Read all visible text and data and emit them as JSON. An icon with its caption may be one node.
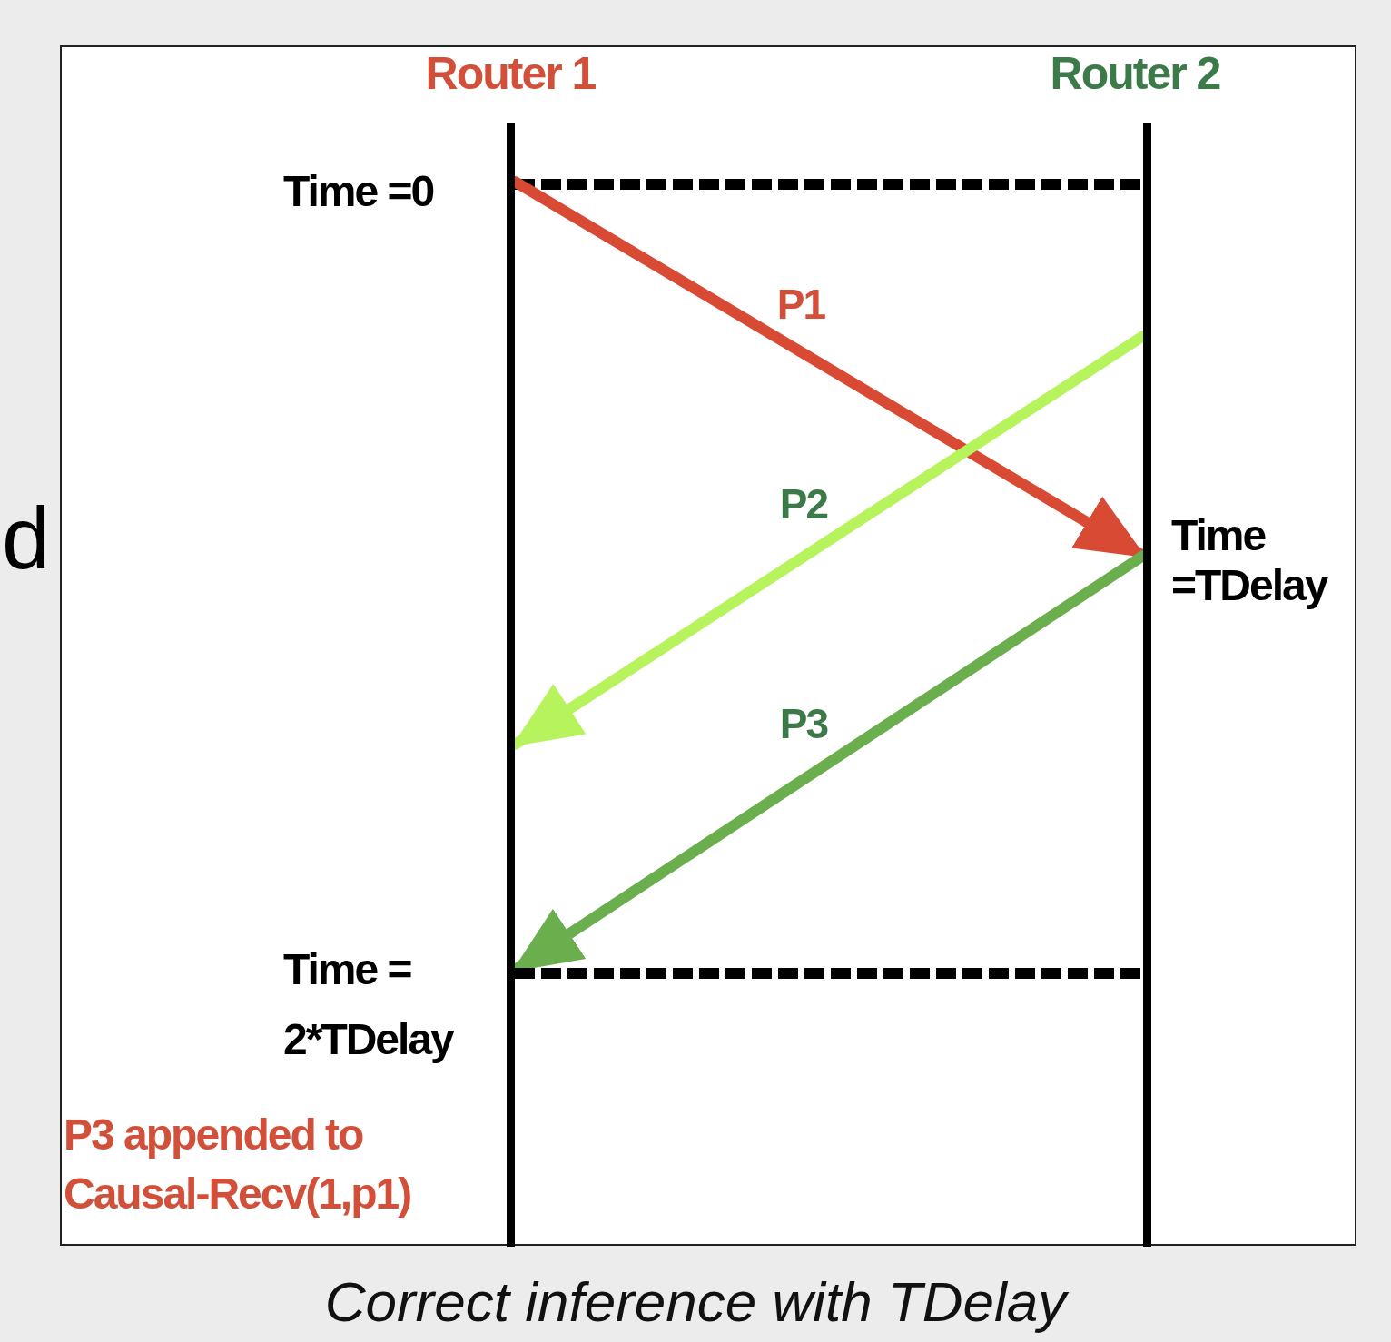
{
  "diagram": {
    "caption": "Correct inference with TDelay",
    "nodes": [
      {
        "text": [
          "Router 1"
        ]
      },
      {
        "text": [
          "Router 2"
        ]
      }
    ],
    "edges": [
      {
        "from": 0,
        "to": 1,
        "arrow": "none",
        "style": "dashed",
        "color": "#000000"
      },
      {
        "from": 0,
        "to": 1,
        "arrow": "to",
        "label": "P1",
        "color": "#d94a35"
      },
      {
        "from": 1,
        "to": 0,
        "arrow": "to",
        "label": "P2",
        "color": "#b6f35c"
      },
      {
        "from": 1,
        "to": 0,
        "arrow": "to",
        "label": "P3",
        "color": "#6aae4e"
      },
      {
        "from": 0,
        "to": 1,
        "arrow": "none",
        "style": "dashed",
        "color": "#000000"
      }
    ],
    "labels": [
      "d",
      "Time =0",
      "Time =TDelay",
      "Time = 2*TDelay",
      "P3 appended to Causal-Recv(1,p1)"
    ]
  }
}
